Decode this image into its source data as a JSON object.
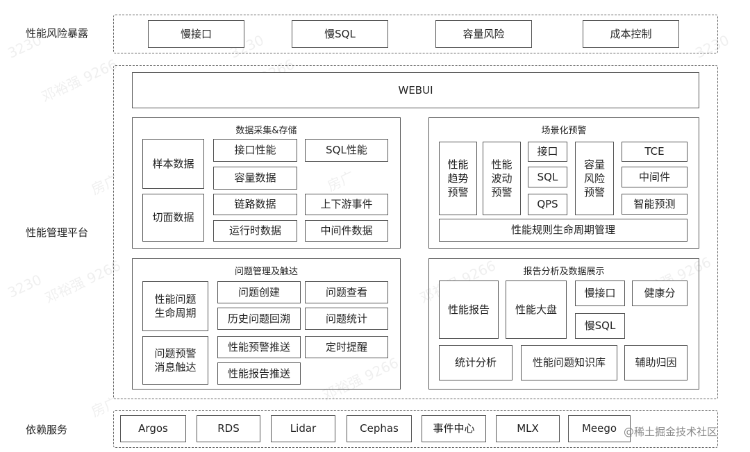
{
  "rows": {
    "exposure": "性能风险暴露",
    "platform": "性能管理平台",
    "deps": "依赖服务"
  },
  "exposure_items": [
    "慢接口",
    "慢SQL",
    "容量风险",
    "成本控制"
  ],
  "webui": "WEBUI",
  "collect": {
    "title": "数据采集&存储",
    "sample": "样本数据",
    "slice": "切面数据",
    "items": [
      "接口性能",
      "SQL性能",
      "容量数据",
      "链路数据",
      "上下游事件",
      "运行时数据",
      "中间件数据"
    ]
  },
  "scene": {
    "title": "场景化预警",
    "trend": "性能\n趋势\n预警",
    "wave": "性能\n波动\n预警",
    "api": "接口",
    "sql": "SQL",
    "qps": "QPS",
    "capacity": "容量\n风险\n预警",
    "tce": "TCE",
    "middleware": "中间件",
    "predict": "智能预测",
    "lifecycle": "性能规则生命周期管理"
  },
  "issue": {
    "title": "问题管理及触达",
    "life": "性能问题\n生命周期",
    "alert": "问题预警\n消息触达",
    "items": [
      "问题创建",
      "问题查看",
      "历史问题回溯",
      "问题统计",
      "性能预警推送",
      "定时提醒",
      "性能报告推送"
    ]
  },
  "report": {
    "title": "报告分析及数据展示",
    "perf_report": "性能报告",
    "dashboard": "性能大盘",
    "slow_api": "慢接口",
    "health": "健康分",
    "slow_sql": "慢SQL",
    "stats": "统计分析",
    "kb": "性能问题知识库",
    "rca": "辅助归因"
  },
  "deps_items": [
    "Argos",
    "RDS",
    "Lidar",
    "Cephas",
    "事件中心",
    "MLX",
    "Meego"
  ],
  "footer": "@稀土掘金技术社区",
  "watermarks": [
    "3230",
    "邓裕强 9266",
    "房广",
    "3230",
    "邓裕强 9266",
    "房广",
    "3230",
    "邓裕强 9266",
    "房广",
    "3230",
    "邓裕强 9266"
  ]
}
